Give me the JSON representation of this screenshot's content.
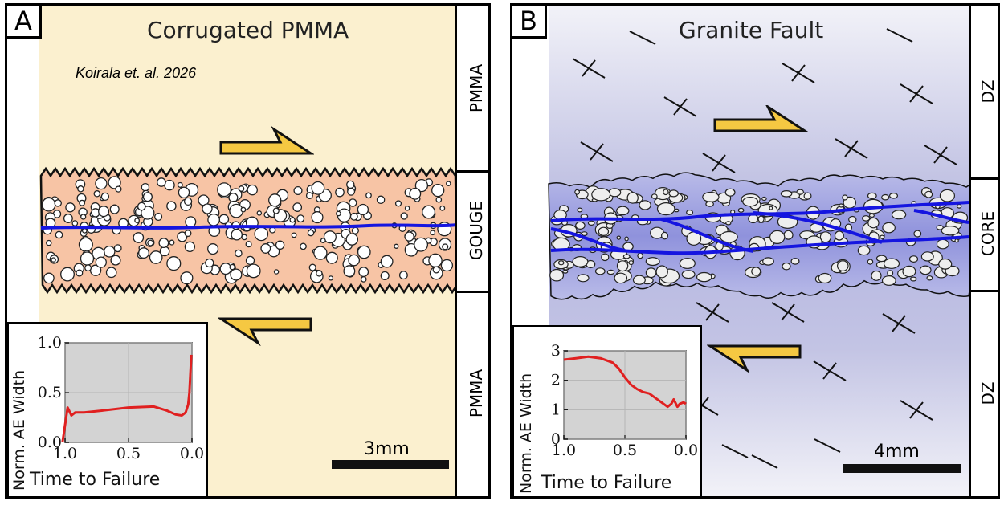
{
  "panel_a": {
    "label": "A",
    "title": "Corrugated PMMA",
    "citation": "Koirala et. al. 2026",
    "zones": [
      "PMMA",
      "GOUGE",
      "PMMA"
    ],
    "scale_label": "3mm",
    "colors": {
      "background": "#fbf0cf",
      "gouge": "#f7c4a5",
      "slip_line": "#1515e0",
      "arrow": "#f5c842"
    }
  },
  "panel_b": {
    "label": "B",
    "title": "Granite Fault",
    "zones": [
      "DZ",
      "CORE",
      "DZ"
    ],
    "scale_label": "4mm",
    "colors": {
      "background": "#c8c9e6",
      "core": "#9a9de0",
      "slip_line": "#1515e0",
      "arrow": "#f5c842"
    }
  },
  "chart_data": [
    {
      "type": "line",
      "panel": "A",
      "xlabel": "Time to Failure",
      "ylabel": "Norm. AE Width",
      "xlim": [
        1.0,
        0.0
      ],
      "ylim": [
        0.0,
        1.0
      ],
      "xticks": [
        "1.0",
        "0.5",
        "0.0"
      ],
      "yticks": [
        "0.0",
        "0.5",
        "1.0"
      ],
      "grid": true,
      "line_color": "#e02020",
      "x": [
        1.02,
        0.98,
        0.95,
        0.92,
        0.85,
        0.7,
        0.5,
        0.3,
        0.2,
        0.13,
        0.08,
        0.05,
        0.03,
        0.02,
        0.01,
        0.005
      ],
      "y": [
        0.0,
        0.35,
        0.27,
        0.3,
        0.3,
        0.32,
        0.35,
        0.36,
        0.32,
        0.28,
        0.27,
        0.3,
        0.38,
        0.5,
        0.75,
        0.88
      ]
    },
    {
      "type": "line",
      "panel": "B",
      "xlabel": "Time to Failure",
      "ylabel": "Norm. AE Width",
      "xlim": [
        1.0,
        0.0
      ],
      "ylim": [
        0.0,
        3.0
      ],
      "xticks": [
        "1.0",
        "0.5",
        "0.0"
      ],
      "yticks": [
        "0",
        "1",
        "2",
        "3"
      ],
      "grid": true,
      "line_color": "#e02020",
      "x": [
        1.0,
        0.9,
        0.8,
        0.7,
        0.6,
        0.55,
        0.5,
        0.45,
        0.4,
        0.35,
        0.3,
        0.25,
        0.2,
        0.15,
        0.12,
        0.1,
        0.07,
        0.05,
        0.02,
        0.0
      ],
      "y": [
        2.7,
        2.75,
        2.8,
        2.75,
        2.6,
        2.4,
        2.1,
        1.85,
        1.7,
        1.6,
        1.55,
        1.4,
        1.25,
        1.1,
        1.2,
        1.35,
        1.1,
        1.2,
        1.25,
        1.2
      ]
    }
  ]
}
